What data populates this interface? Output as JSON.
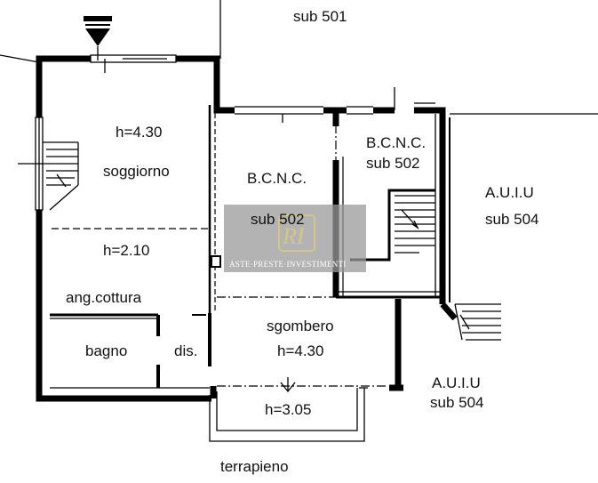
{
  "plan": {
    "labels": {
      "sub501": "sub 501",
      "h_soggiorno": "h=4.30",
      "soggiorno": "soggiorno",
      "bcnc_left": "B.C.N.C.",
      "sub502_left": "sub 502",
      "bcnc_right": "B.C.N.C.",
      "sub502_right": "sub 502",
      "auiu_top": "A.U.I.U",
      "sub504_top": "sub 504",
      "h_cottura": "h=2.10",
      "ang_cottura": "ang.cottura",
      "sgombero": "sgombero",
      "h_sgombero": "h=4.30",
      "bagno": "bagno",
      "dis": "dis.",
      "auiu_bottom": "A.U.I.U",
      "sub504_bottom": "sub 504",
      "h_bottom": "h=3.05",
      "terrapieno": "terrapieno"
    },
    "watermark": {
      "caption": "ASTE·PRESTE·INVESTIMENTI",
      "logo_initials": "RI"
    },
    "colors": {
      "wall": "#000000",
      "watermark_bg": "#9a9a9a",
      "watermark_logo": "#d8c48a"
    }
  }
}
